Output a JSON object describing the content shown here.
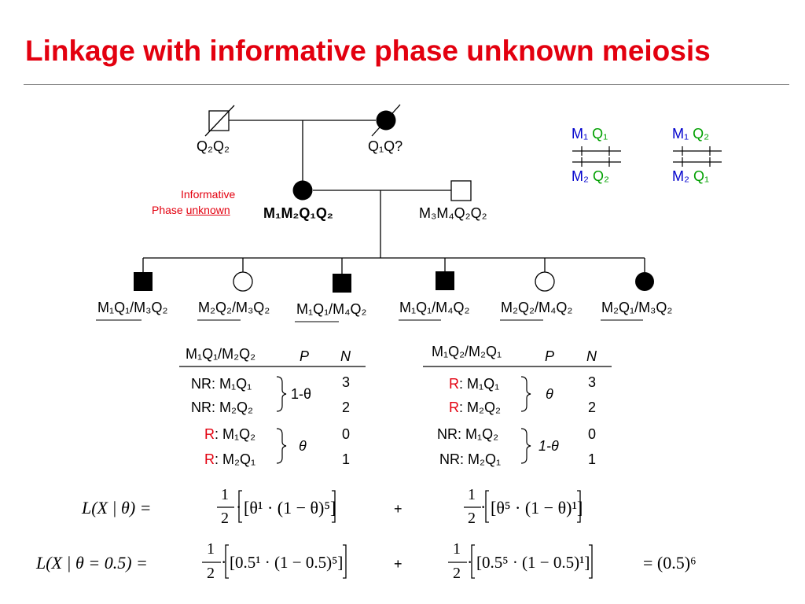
{
  "title": "Linkage with informative phase unknown meiosis",
  "pedigree": {
    "grandfather_genotype": "Q₂Q₂",
    "grandmother_genotype": "Q₁Q?",
    "mother_genotype": "M₁M₂Q₁Q₂",
    "father_genotype": "M₃M₄Q₂Q₂",
    "annotation_line1": "Informative",
    "annotation_line2_prefix": "Phase ",
    "annotation_line2_underlined": "unknown",
    "children": [
      {
        "genotype_left": "M₁Q₁",
        "genotype_right": "/M₃Q₂",
        "sex": "male",
        "affected": true
      },
      {
        "genotype_left": "M₂Q₂",
        "genotype_right": "/M₃Q₂",
        "sex": "female",
        "affected": false
      },
      {
        "genotype_left": "M₁Q₁",
        "genotype_right": "/M₄Q₂",
        "sex": "male",
        "affected": true
      },
      {
        "genotype_left": "M₁Q₁",
        "genotype_right": "/M₄Q₂",
        "sex": "male",
        "affected": true
      },
      {
        "genotype_left": "M₂Q₂",
        "genotype_right": "/M₄Q₂",
        "sex": "female",
        "affected": false
      },
      {
        "genotype_left": "M₂Q₁",
        "genotype_right": "/M₃Q₂",
        "sex": "female",
        "affected": true
      }
    ]
  },
  "phase_diagrams": [
    {
      "top_marker": "M₁",
      "top_q": "Q₁",
      "bottom_marker": "M₂",
      "bottom_q": "Q₂"
    },
    {
      "top_marker": "M₁",
      "top_q": "Q₂",
      "bottom_marker": "M₂",
      "bottom_q": "Q₁"
    }
  ],
  "tables": [
    {
      "phase": "M₁Q₁/M₂Q₂",
      "col_p": "P",
      "col_n": "N",
      "rows": [
        {
          "type": "NR",
          "sep": ": ",
          "hap": "M₁Q₁",
          "n": "3"
        },
        {
          "type": "NR",
          "sep": ": ",
          "hap": "M₂Q₂",
          "n": "2"
        },
        {
          "type": "R",
          "sep": ": ",
          "hap": "M₁Q₂",
          "n": "0"
        },
        {
          "type": "R",
          "sep": ": ",
          "hap": "M₂Q₁",
          "n": "1"
        }
      ],
      "p_group1": "1-θ",
      "p_group2": "θ"
    },
    {
      "phase": "M₁Q₂/M₂Q₁",
      "col_p": "P",
      "col_n": "N",
      "rows": [
        {
          "type": "R",
          "sep": ": ",
          "hap": "M₁Q₁",
          "n": "3"
        },
        {
          "type": "R",
          "sep": ": ",
          "hap": "M₂Q₂",
          "n": "2"
        },
        {
          "type": "NR",
          "sep": ": ",
          "hap": "M₁Q₂",
          "n": "0"
        },
        {
          "type": "NR",
          "sep": ": ",
          "hap": "M₂Q₁",
          "n": "1"
        }
      ],
      "p_group1": "θ",
      "p_group2": "1-θ"
    }
  ],
  "equations": {
    "eq1_lhs": "L(X | θ) =",
    "eq1_term1": "[θ¹ · (1 − θ)⁵]",
    "eq1_plus": "+",
    "eq1_term2": "[θ⁵ · (1 − θ)¹]",
    "eq2_lhs": "L(X | θ = 0.5) =",
    "eq2_term1": "[0.5¹ · (1 − 0.5)⁵]",
    "eq2_plus": "+",
    "eq2_term2": "[0.5⁵ · (1 − 0.5)¹]",
    "eq2_result": "= (0.5)⁶",
    "frac_num": "1",
    "frac_den": "2",
    "dot": "·"
  }
}
